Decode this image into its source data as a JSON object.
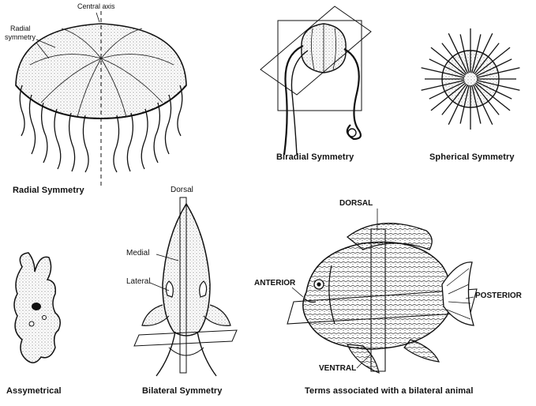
{
  "jellyfish": {
    "central_axis_label": "Central axis",
    "radial_symmetry_line1": "Radial",
    "radial_symmetry_line2": "symmetry",
    "caption": "Radial Symmetry"
  },
  "biradial": {
    "caption": "Biradial Symmetry"
  },
  "spherical": {
    "caption": "Spherical Symmetry"
  },
  "amoeba": {
    "caption": "Assymetrical"
  },
  "bilateral": {
    "dorsal_label": "Dorsal",
    "medial_label": "Medial",
    "lateral_label": "Lateral",
    "caption": "Bilateral Symmetry"
  },
  "fish": {
    "dorsal_label": "DORSAL",
    "anterior_label": "ANTERIOR",
    "posterior_label": "POSTERIOR",
    "ventral_label": "VENTRAL",
    "caption": "Terms associated with a bilateral animal"
  }
}
